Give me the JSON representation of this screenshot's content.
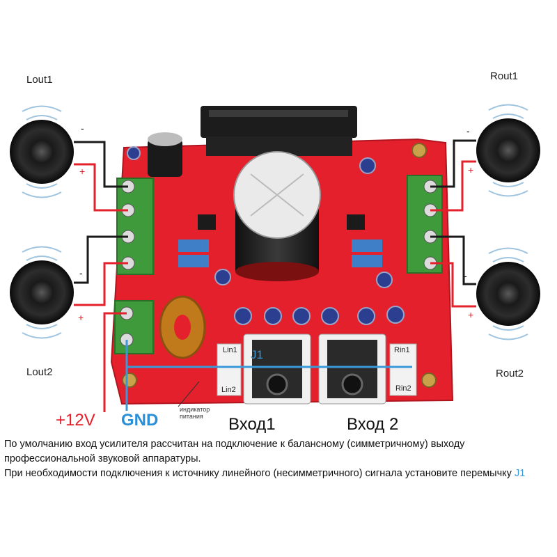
{
  "labels": {
    "lout1": "Lout1",
    "lout2": "Lout2",
    "rout1": "Rout1",
    "rout2": "Rout2",
    "minus": "-",
    "plus": "+",
    "v12": "+12V",
    "gnd": "GND",
    "input1": "Вход1",
    "input2": "Вход 2",
    "lin1": "Lin1",
    "lin2": "Lin2",
    "rin1": "Rin1",
    "rin2": "Rin2",
    "j1": "J1",
    "indicator_line1": "индикатор",
    "indicator_line2": "питания"
  },
  "notes": {
    "line1": "По умолчанию вход усилителя рассчитан на подключение к балансному (симметричному) выходу профессиональной звуковой аппаратуры.",
    "line2_prefix": "При необходимости подключения к источнику линейного (несимметричного) сигнала установите перемычку ",
    "line2_ref": "J1"
  },
  "colors": {
    "board": "#e3202b",
    "terminal": "#3f9a3c",
    "gnd_wire": "#3a9ad9",
    "power_label": "#e3202b",
    "gnd_label": "#2a8fd6",
    "capacitor": "#2c3e8f",
    "relay": "#3f7fc8"
  }
}
